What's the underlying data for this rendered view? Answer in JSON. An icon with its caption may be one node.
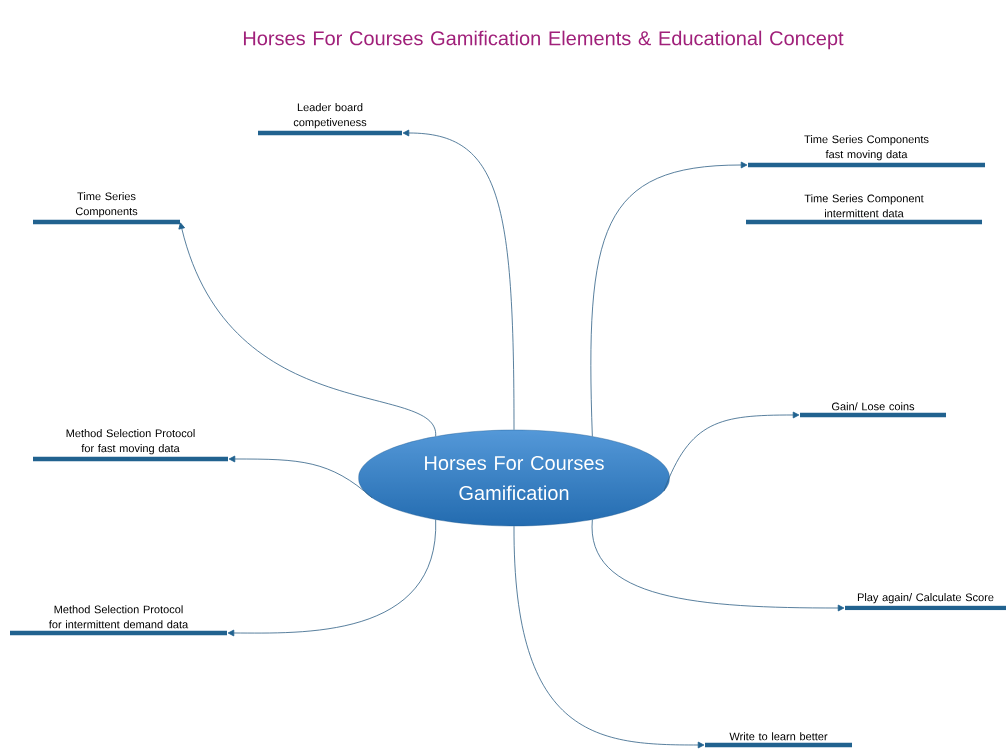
{
  "diagram": {
    "title": "Horses For Courses Gamification Elements & Educational Concept",
    "nodes": [
      {
        "text": [
          "Horses For Courses Gamification"
        ]
      },
      {
        "text": [
          "Leader board competiveness"
        ]
      },
      {
        "text": [
          "Time Series Components fast moving data"
        ]
      },
      {
        "text": [
          "Time Series Components"
        ]
      },
      {
        "text": [
          "Time Series Component intermittent data"
        ]
      },
      {
        "text": [
          "Gain/ Lose coins"
        ]
      },
      {
        "text": [
          "Method Selection Protocol for fast moving data"
        ]
      },
      {
        "text": [
          "Play again/ Calculate Score"
        ]
      },
      {
        "text": [
          "Method Selection Protocol for intermittent demand data"
        ]
      },
      {
        "text": [
          "Write to learn better"
        ]
      }
    ],
    "edges": [
      {
        "from": 0,
        "to": 1,
        "arrow": "to"
      },
      {
        "from": 0,
        "to": 2,
        "arrow": "to"
      },
      {
        "from": 0,
        "to": 3,
        "arrow": "to"
      },
      {
        "from": 0,
        "to": 5,
        "arrow": "to"
      },
      {
        "from": 0,
        "to": 6,
        "arrow": "to"
      },
      {
        "from": 0,
        "to": 7,
        "arrow": "to"
      },
      {
        "from": 0,
        "to": 8,
        "arrow": "to"
      },
      {
        "from": 0,
        "to": 9,
        "arrow": "to"
      }
    ]
  }
}
